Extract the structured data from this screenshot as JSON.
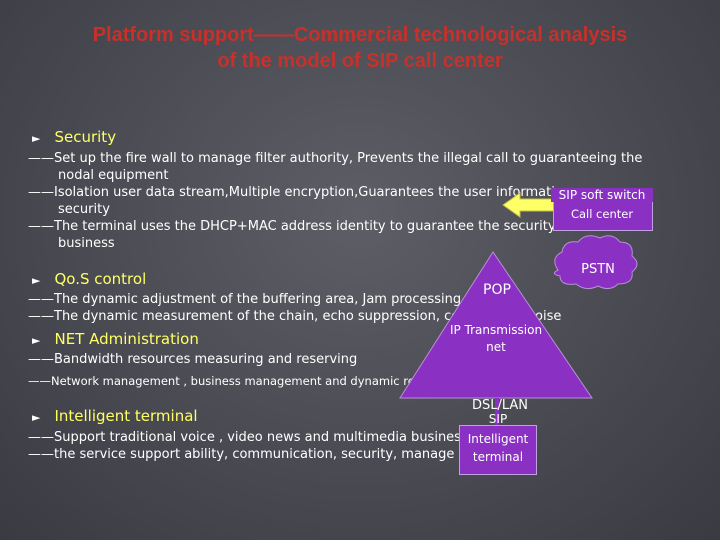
{
  "title": {
    "line1": "Platform support——Commercial technological analysis",
    "line2": "of the model of SIP call center"
  },
  "sections": [
    {
      "heading": "Security",
      "lines": [
        "——Set up the fire wall to manage filter authority, Prevents the illegal call to guaranteeing the",
        "nodal equipment",
        "——Isolation user data stream,Multiple encryption,Guarantees the user information",
        "security",
        "——The terminal uses the DHCP+MAC address identity to guarantee the security of the",
        "business"
      ]
    },
    {
      "heading": "Qo.S control",
      "lines": [
        "——The dynamic adjustment of the buffering area, Jam processing",
        "——The dynamic measurement of the chain, echo suppression, comfortable noise"
      ]
    },
    {
      "heading": "NET Administration",
      "lines": [
        "——Bandwidth resources measuring and reserving",
        "——Network management , business management and dynamic routing, charge,etc, this insert"
      ]
    },
    {
      "heading": "Intelligent terminal",
      "lines": [
        "——Support traditional voice , video news and multimedia business",
        "——the service support ability, communication, security, manage"
      ]
    }
  ],
  "diagram": {
    "sip_switch": "SIP soft switch",
    "call_center": "Call center",
    "pstn": "PSTN",
    "pop": "POP",
    "transmission_line1": "IP Transmission",
    "transmission_line2": "net",
    "dsl_lan": "DSL/LAN",
    "terminal_line1": "SIP",
    "terminal_line2": "Intelligent",
    "terminal_line3": "terminal"
  },
  "colors": {
    "title": "#c8302a",
    "heading": "#ffff66",
    "purple": "#8a30c2",
    "background": "#4a4a52"
  }
}
